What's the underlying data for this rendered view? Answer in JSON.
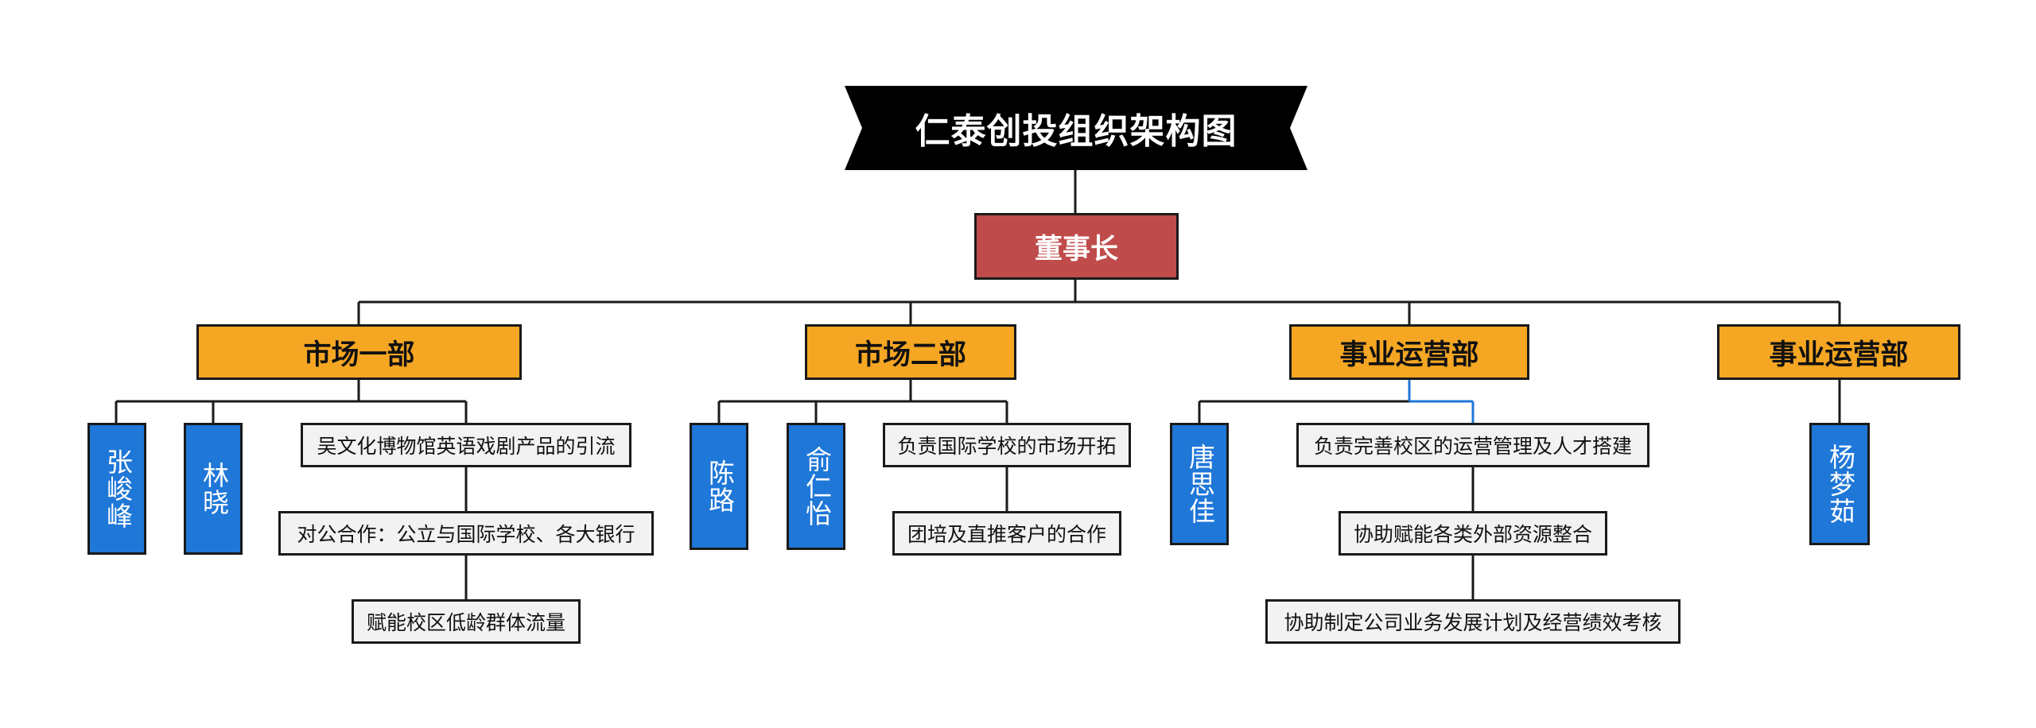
{
  "title": "仁泰创投组织架构图",
  "colors": {
    "title_bg": "#000000",
    "chairman": "#c04b4b",
    "department": "#f5a623",
    "person": "#1f77d8",
    "task": "#f2f2f2",
    "highlight_line": "#1f77d8"
  },
  "chairman": "董事长",
  "departments": [
    {
      "name": "市场一部",
      "members": [
        "张峻峰",
        "林晓"
      ],
      "tasks": [
        "吴文化博物馆英语戏剧产品的引流",
        "对公合作：公立与国际学校、各大银行",
        "赋能校区低龄群体流量"
      ]
    },
    {
      "name": "市场二部",
      "members": [
        "陈路",
        "俞仁怡"
      ],
      "tasks": [
        "负责国际学校的市场开拓",
        "团培及直推客户的合作"
      ]
    },
    {
      "name": "事业运营部",
      "members": [
        "唐思佳"
      ],
      "tasks": [
        "负责完善校区的运营管理及人才搭建",
        "协助赋能各类外部资源整合",
        "协助制定公司业务发展计划及经营绩效考核"
      ]
    },
    {
      "name": "事业运营部",
      "members": [
        "杨梦茹"
      ],
      "tasks": []
    }
  ]
}
